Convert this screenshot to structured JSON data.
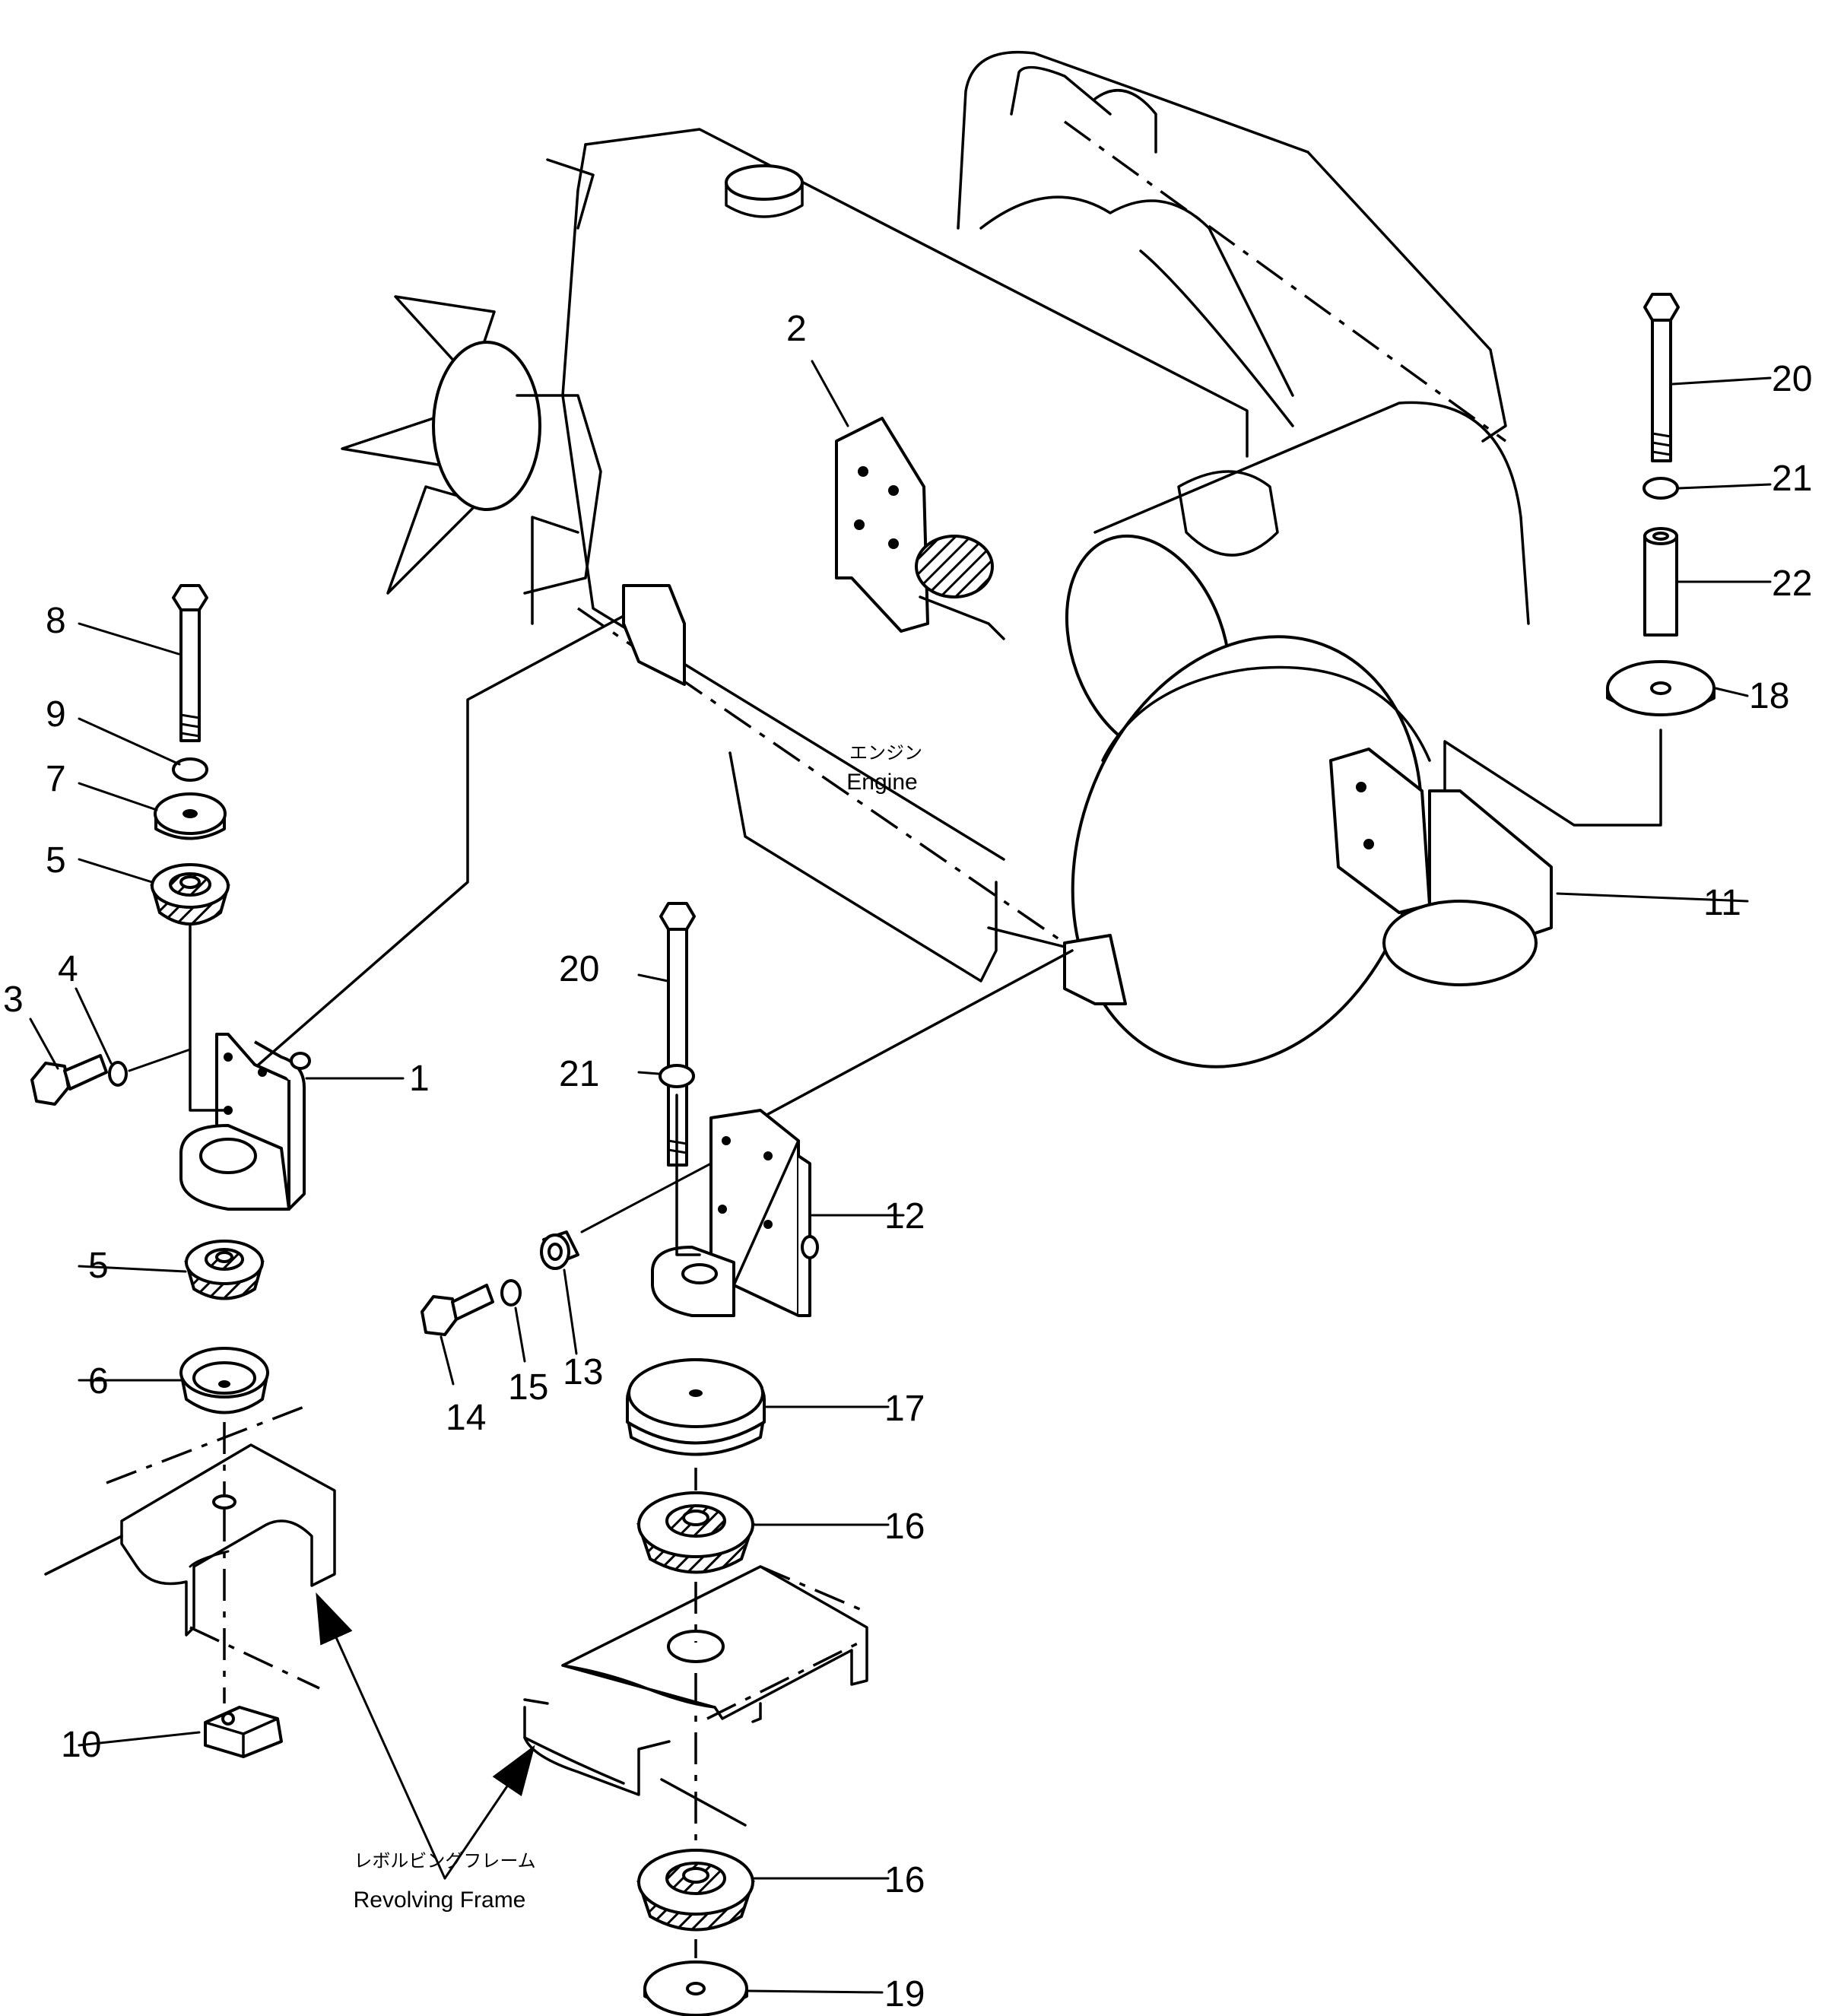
{
  "labels": {
    "engine_jp": "エンジン",
    "engine_en": "Engine",
    "frame_jp": "レボルビングフレーム",
    "frame_en": "Revolving Frame"
  },
  "callouts": [
    {
      "id": "c1",
      "text": "1"
    },
    {
      "id": "c2",
      "text": "2"
    },
    {
      "id": "c3",
      "text": "3"
    },
    {
      "id": "c4",
      "text": "4"
    },
    {
      "id": "c5a",
      "text": "5"
    },
    {
      "id": "c5b",
      "text": "5"
    },
    {
      "id": "c6",
      "text": "6"
    },
    {
      "id": "c7",
      "text": "7"
    },
    {
      "id": "c8",
      "text": "8"
    },
    {
      "id": "c9",
      "text": "9"
    },
    {
      "id": "c10",
      "text": "10"
    },
    {
      "id": "c11",
      "text": "11"
    },
    {
      "id": "c12",
      "text": "12"
    },
    {
      "id": "c13",
      "text": "13"
    },
    {
      "id": "c14",
      "text": "14"
    },
    {
      "id": "c15",
      "text": "15"
    },
    {
      "id": "c16a",
      "text": "16"
    },
    {
      "id": "c16b",
      "text": "16"
    },
    {
      "id": "c17",
      "text": "17"
    },
    {
      "id": "c18",
      "text": "18"
    },
    {
      "id": "c19",
      "text": "19"
    },
    {
      "id": "c20a",
      "text": "20"
    },
    {
      "id": "c20b",
      "text": "20"
    },
    {
      "id": "c21a",
      "text": "21"
    },
    {
      "id": "c21b",
      "text": "21"
    },
    {
      "id": "c22",
      "text": "22"
    }
  ]
}
